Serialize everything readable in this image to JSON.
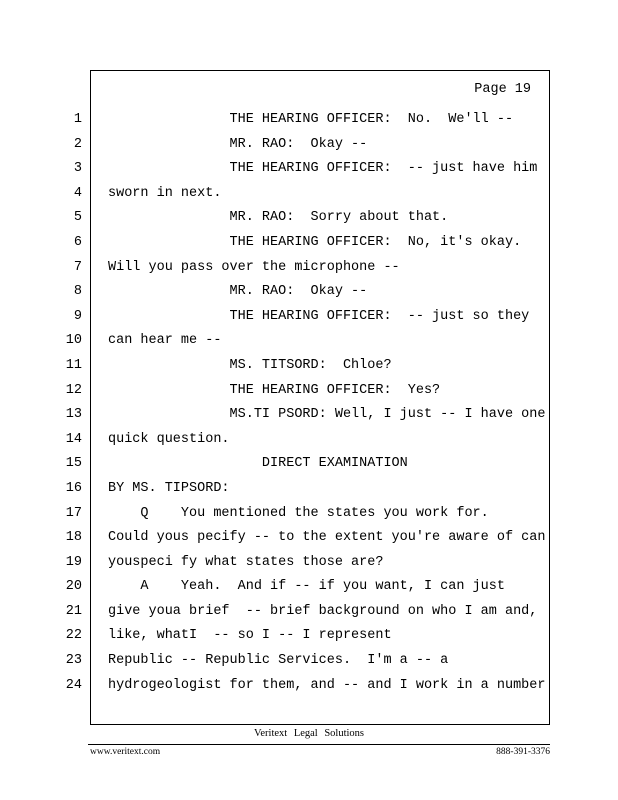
{
  "page": {
    "page_label": "Page 19"
  },
  "transcript": {
    "lines": [
      {
        "num": "1",
        "text": "               THE HEARING OFFICER:  No.  We'll --"
      },
      {
        "num": "2",
        "text": "               MR. RAO:  Okay --"
      },
      {
        "num": "3",
        "text": "               THE HEARING OFFICER:  -- just have him"
      },
      {
        "num": "4",
        "text": "sworn in next."
      },
      {
        "num": "5",
        "text": "               MR. RAO:  Sorry about that."
      },
      {
        "num": "6",
        "text": "               THE HEARING OFFICER:  No, it's okay."
      },
      {
        "num": "7",
        "text": "Will you pass over the microphone --"
      },
      {
        "num": "8",
        "text": "               MR. RAO:  Okay --"
      },
      {
        "num": "9",
        "text": "               THE HEARING OFFICER:  -- just so they"
      },
      {
        "num": "10",
        "text": "can hear me --"
      },
      {
        "num": "11",
        "text": "               MS. TITSORD:  Chloe?"
      },
      {
        "num": "12",
        "text": "               THE HEARING OFFICER:  Yes?"
      },
      {
        "num": "13",
        "text": "               MS.TI PSORD: Well, I just -- I have one"
      },
      {
        "num": "14",
        "text": "quick question."
      },
      {
        "num": "15",
        "text": "                   DIRECT EXAMINATION"
      },
      {
        "num": "16",
        "text": "BY MS. TIPSORD:"
      },
      {
        "num": "17",
        "text": "    Q    You mentioned the states you work for."
      },
      {
        "num": "18",
        "text": "Could yous pecify -- to the extent you're aware of can"
      },
      {
        "num": "19",
        "text": "youspeci fy what states those are?"
      },
      {
        "num": "20",
        "text": "    A    Yeah.  And if -- if you want, I can just"
      },
      {
        "num": "21",
        "text": "give youa brief  -- brief background on who I am and,"
      },
      {
        "num": "22",
        "text": "like, whatI  -- so I -- I represent"
      },
      {
        "num": "23",
        "text": "Republic -- Republic Services.  I'm a -- a"
      },
      {
        "num": "24",
        "text": "hydrogeologist for them, and -- and I work in a number"
      }
    ]
  },
  "footer": {
    "brand": "Veritext Legal Solutions",
    "website": "www.veritext.com",
    "phone": "888-391-3376"
  }
}
